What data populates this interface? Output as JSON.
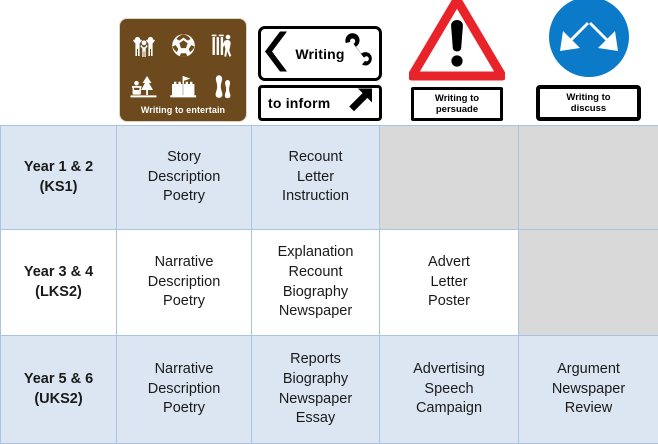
{
  "signs": [
    {
      "id": "writing-to-entertain",
      "type": "brown-tourist-sign",
      "caption": "Writing to entertain",
      "color": "#6d4a1d",
      "pictograms": [
        "celebrating-figures-icon",
        "football-icon",
        "cricket-stumps-icon",
        "picnic-tree-icon",
        "castle-icon",
        "bowling-pins-icon"
      ]
    },
    {
      "id": "writing-to-inform",
      "type": "white-direction-sign",
      "line1": "Writing",
      "line2": "to inform",
      "color": "#ffffff",
      "icons": [
        "left-chevron-icon",
        "telephone-icon",
        "diagonal-arrow-icon"
      ]
    },
    {
      "id": "writing-to-persuade",
      "type": "red-warning-triangle",
      "plate_line1": "Writing to",
      "plate_line2": "persuade",
      "color": "#e8242a",
      "icons": [
        "exclamation-mark-icon"
      ]
    },
    {
      "id": "writing-to-discuss",
      "type": "blue-circle-sign",
      "plate_line1": "Writing to",
      "plate_line2": "discuss",
      "color": "#0b7ac8",
      "icons": [
        "two-down-arrows-icon"
      ]
    }
  ],
  "table": {
    "colors": {
      "blue_cell": "#dce6f2",
      "white_cell": "#ffffff",
      "disabled_cell": "#d9d9d9",
      "border": "#a9c4e3"
    },
    "rows": [
      {
        "year_label": "Year 1 & 2\n(KS1)",
        "year_state": "blue",
        "cells": [
          {
            "text": "Story\nDescription\nPoetry",
            "state": "blue"
          },
          {
            "text": "Recount\nLetter\nInstruction",
            "state": "blue"
          },
          {
            "text": "",
            "state": "disabled"
          },
          {
            "text": "",
            "state": "disabled"
          }
        ]
      },
      {
        "year_label": "Year 3 & 4\n(LKS2)",
        "year_state": "white",
        "cells": [
          {
            "text": "Narrative\nDescription\nPoetry",
            "state": "white"
          },
          {
            "text": "Explanation\nRecount\nBiography\nNewspaper",
            "state": "white"
          },
          {
            "text": "Advert\nLetter\nPoster",
            "state": "white"
          },
          {
            "text": "",
            "state": "disabled"
          }
        ]
      },
      {
        "year_label": "Year 5 & 6\n(UKS2)",
        "year_state": "blue",
        "cells": [
          {
            "text": "Narrative\nDescription\nPoetry",
            "state": "blue"
          },
          {
            "text": "Reports\nBiography\nNewspaper\nEssay",
            "state": "blue"
          },
          {
            "text": "Advertising\nSpeech\nCampaign",
            "state": "blue"
          },
          {
            "text": "Argument\nNewspaper\nReview",
            "state": "blue"
          }
        ]
      }
    ]
  }
}
